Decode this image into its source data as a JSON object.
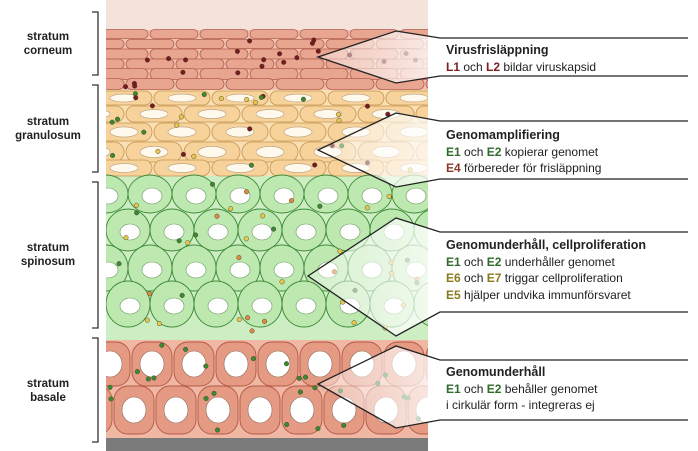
{
  "layers": [
    {
      "name_line1": "stratum",
      "name_line2": "corneum"
    },
    {
      "name_line1": "stratum",
      "name_line2": "granulosum"
    },
    {
      "name_line1": "stratum",
      "name_line2": "spinosum"
    },
    {
      "name_line1": "stratum",
      "name_line2": "basale"
    }
  ],
  "callouts": [
    {
      "title": "Virusfrisläppning",
      "lines": [
        {
          "code1": "L1",
          "mid": " och ",
          "code2": "L2",
          "text": " bildar viruskapsid"
        }
      ]
    },
    {
      "title": "Genomamplifiering",
      "lines": [
        {
          "code1": "E1",
          "mid": " och ",
          "code2": "E2",
          "text": " kopierar genomet"
        },
        {
          "code1": "E4",
          "mid": "",
          "code2": "",
          "text": " förbereder för frisläppning"
        }
      ]
    },
    {
      "title": "Genomunderhåll, cellproliferation",
      "lines": [
        {
          "code1": "E1",
          "mid": " och ",
          "code2": "E2",
          "text": " underhåller genomet"
        },
        {
          "code1": "E6",
          "mid": " och ",
          "code2": "E7",
          "text": " triggar cellproliferation"
        },
        {
          "code1": "E5",
          "mid": "",
          "code2": "",
          "text": " hjälper undvika immunförsvaret"
        }
      ]
    },
    {
      "title": "Genomunderhåll",
      "lines": [
        {
          "code1": "E1",
          "mid": " och ",
          "code2": "E2",
          "text": " behåller genomet"
        },
        {
          "code1": "",
          "mid": "",
          "code2": "",
          "text": "i cirkulär form - integreras ej"
        }
      ]
    }
  ],
  "colors": {
    "code_late": "#7a1f1f",
    "code_early": "#2f6b2a",
    "code_onco": "#8a7a1e",
    "code_e4": "#8b3a2a",
    "corneum_cell": "#e8a58f",
    "granulosum_cell": "#f7d29a",
    "spinosum_cell": "#bde8b0",
    "basale_cell": "#e59a84",
    "virus_dark": "#7a1a1a",
    "virus_green": "#3c8a2c",
    "virus_yellow": "#e8c84a",
    "virus_orange": "#e08a3a"
  }
}
